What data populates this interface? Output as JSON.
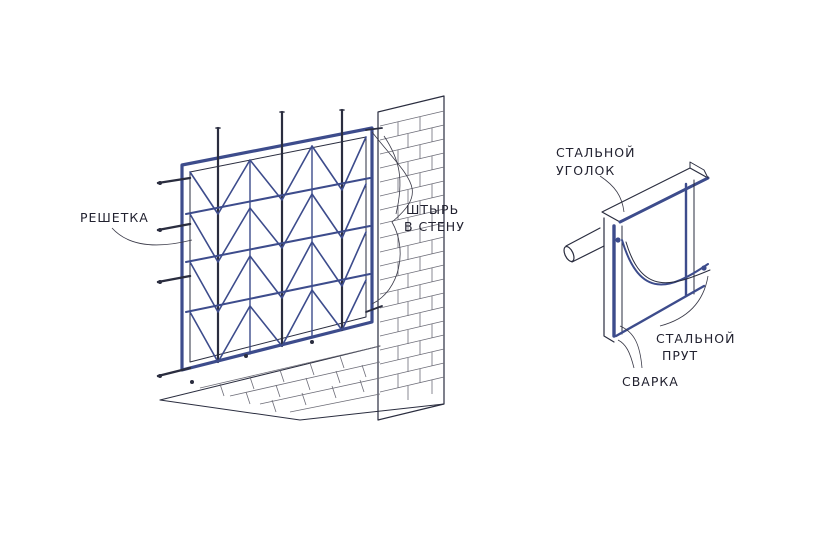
{
  "labels": {
    "grating": "РЕШЕТКА",
    "pin_line1": "ШТЫРЬ",
    "pin_line2": "В СТЕНУ",
    "angle_line1": "СТАЛЬНОЙ",
    "angle_line2": "УГОЛОК",
    "rod_line1": "СТАЛЬНОЙ",
    "rod_line2": "ПРУТ",
    "welding": "СВАРКА"
  }
}
